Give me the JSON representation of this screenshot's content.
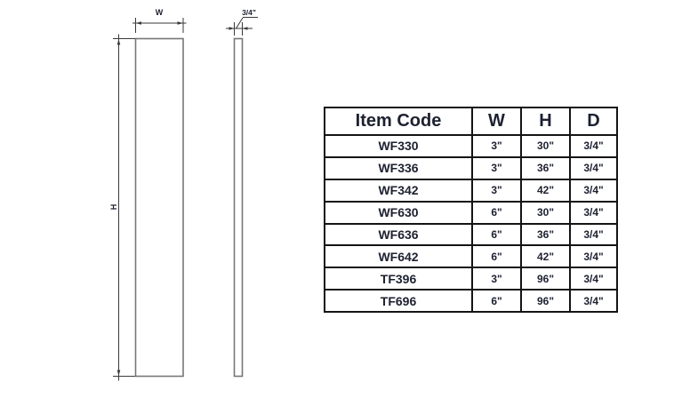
{
  "colors": {
    "drawing_line": "#767676",
    "dimension_line": "#3a3a3a",
    "table_border": "#141414",
    "text": "#1d2130"
  },
  "diagram": {
    "front_view": {
      "width_label": "W",
      "height_label": "H"
    },
    "side_view": {
      "thickness_label": "3/4\""
    }
  },
  "table": {
    "headers": [
      "Item Code",
      "W",
      "H",
      "D"
    ],
    "rows": [
      {
        "code": "WF330",
        "w": "3\"",
        "h": "30\"",
        "d": "3/4\""
      },
      {
        "code": "WF336",
        "w": "3\"",
        "h": "36\"",
        "d": "3/4\""
      },
      {
        "code": "WF342",
        "w": "3\"",
        "h": "42\"",
        "d": "3/4\""
      },
      {
        "code": "WF630",
        "w": "6\"",
        "h": "30\"",
        "d": "3/4\""
      },
      {
        "code": "WF636",
        "w": "6\"",
        "h": "36\"",
        "d": "3/4\""
      },
      {
        "code": "WF642",
        "w": "6\"",
        "h": "42\"",
        "d": "3/4\""
      },
      {
        "code": "TF396",
        "w": "3\"",
        "h": "96\"",
        "d": "3/4\""
      },
      {
        "code": "TF696",
        "w": "6\"",
        "h": "96\"",
        "d": "3/4\""
      }
    ]
  }
}
